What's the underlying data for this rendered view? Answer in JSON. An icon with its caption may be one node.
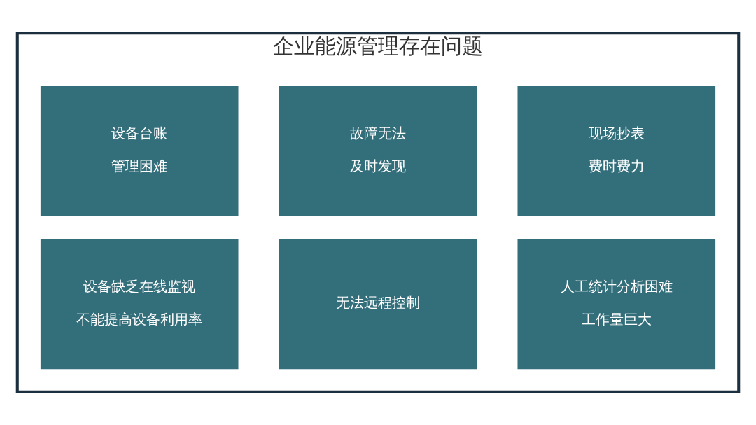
{
  "diagram": {
    "nodes": [
      {
        "text": [
          "企业能源管理存在问题"
        ]
      },
      {
        "text": [
          "设备台账",
          "管理困难"
        ],
        "in": 0
      },
      {
        "text": [
          "故障无法",
          "及时发现"
        ],
        "in": 0
      },
      {
        "text": [
          "现场抄表",
          "费时费力"
        ],
        "in": 0
      },
      {
        "text": [
          "设备缺乏在线监视",
          "不能提高设备利用率"
        ],
        "in": 0
      },
      {
        "text": [
          "无法远程控制"
        ],
        "in": 0
      },
      {
        "text": [
          "人工统计分析困难",
          "工作量巨大"
        ],
        "in": 0
      }
    ],
    "edges": []
  }
}
